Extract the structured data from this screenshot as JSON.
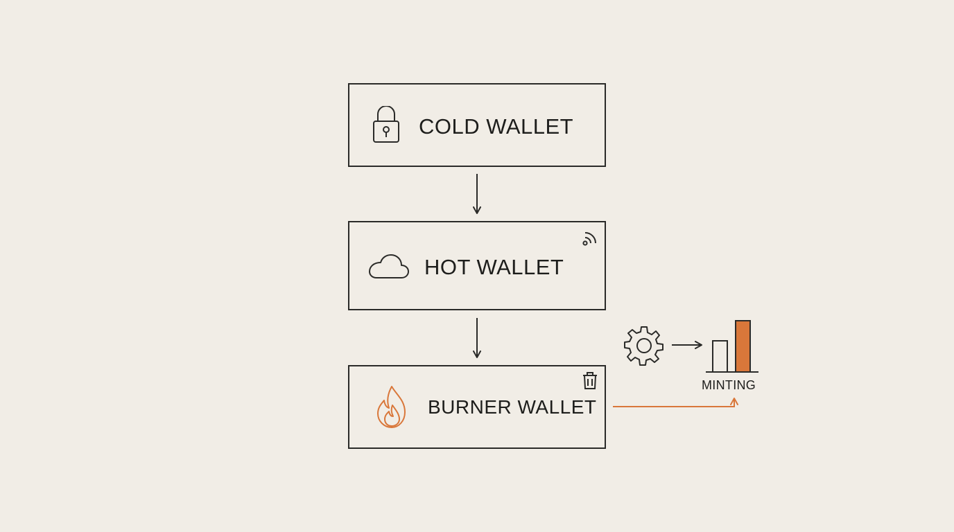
{
  "diagram": {
    "nodes": [
      {
        "id": "cold",
        "label": "COLD WALLET",
        "icon": "lock-icon"
      },
      {
        "id": "hot",
        "label": "HOT WALLET",
        "icon": "cloud-icon",
        "badge_icon": "wifi-signal-icon"
      },
      {
        "id": "burner",
        "label": "BURNER WALLET",
        "icon": "flame-icon",
        "badge_icon": "trash-icon"
      }
    ],
    "edges": [
      {
        "from": "cold",
        "to": "hot"
      },
      {
        "from": "hot",
        "to": "burner"
      },
      {
        "from": "burner",
        "to": "minting"
      },
      {
        "from": "gear",
        "to": "minting"
      }
    ],
    "minting": {
      "label": "MINTING",
      "icons": [
        "gear-icon",
        "bar-chart-icon"
      ]
    }
  },
  "colors": {
    "background": "#f1ede6",
    "stroke": "#2a2a28",
    "accent": "#d9773a",
    "text": "#1d1d1b"
  }
}
